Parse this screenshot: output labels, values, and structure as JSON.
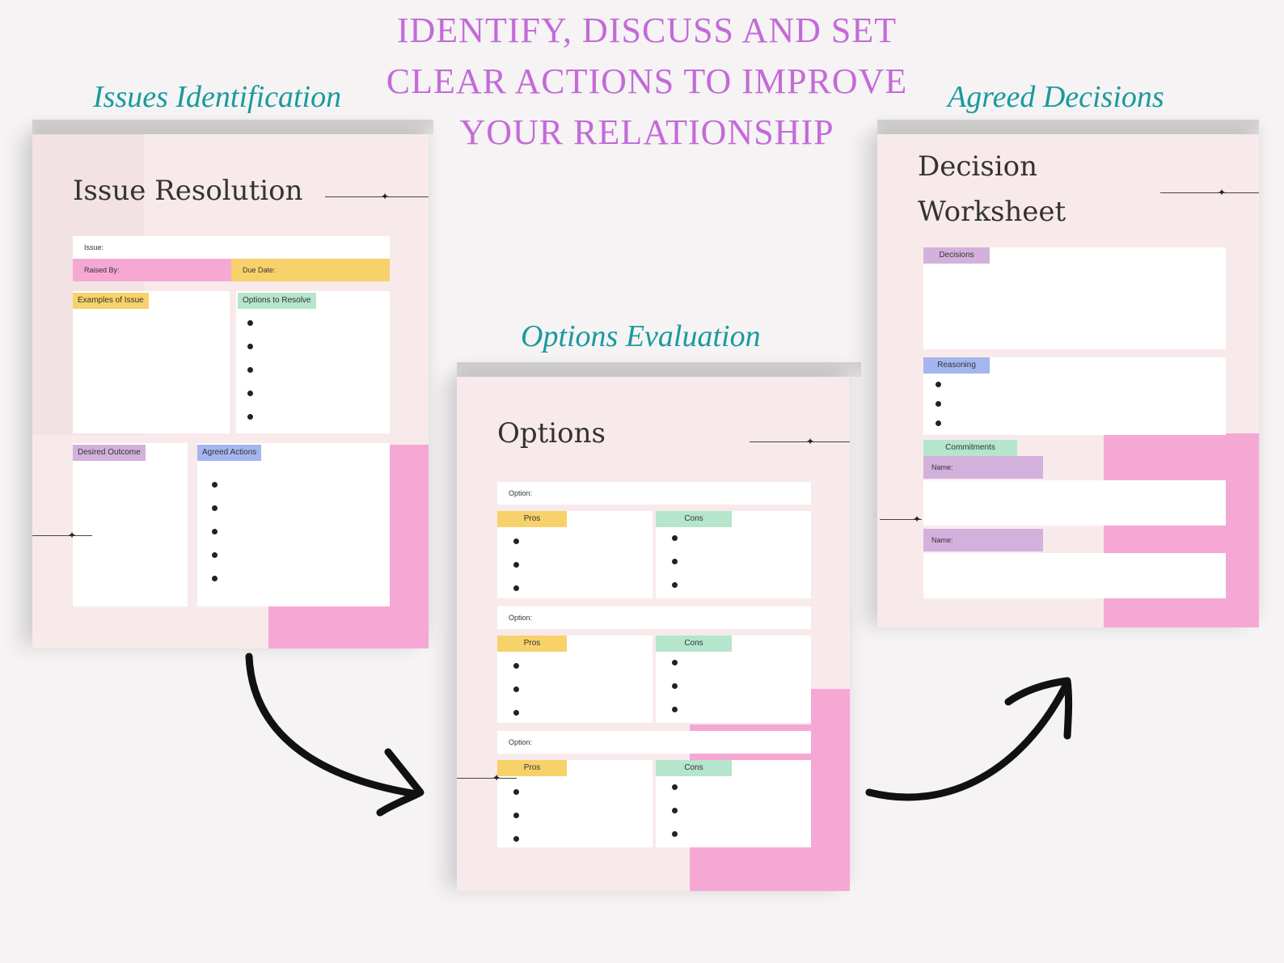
{
  "headline": {
    "line1": "IDENTIFY, DISCUSS AND SET",
    "line2": "CLEAR ACTIONS TO IMPROVE",
    "line3": "YOUR RELATIONSHIP"
  },
  "captions": {
    "issues": "Issues Identification",
    "options": "Options Evaluation",
    "decisions": "Agreed Decisions"
  },
  "colors": {
    "pink": "#f6a8d4",
    "yellow": "#f7d26a",
    "green": "#b5e5cc",
    "lavender": "#d3b1dc",
    "blue": "#a4b6ef",
    "sheet": "#f8eaeb",
    "headline": "#c46ad8",
    "caption": "#1a9a9c"
  },
  "issue_sheet": {
    "title": "Issue Resolution",
    "issue_label": "Issue:",
    "raised_by_label": "Raised By:",
    "due_date_label": "Due Date:",
    "examples_label": "Examples of Issue",
    "options_label": "Options to Resolve",
    "desired_label": "Desired Outcome",
    "agreed_label": "Agreed Actions"
  },
  "options_sheet": {
    "title": "Options",
    "option_label": "Option:",
    "pros_label": "Pros",
    "cons_label": "Cons"
  },
  "decision_sheet": {
    "title_line1": "Decision",
    "title_line2": "Worksheet",
    "decisions_label": "Decisions",
    "reasoning_label": "Reasoning",
    "commitments_label": "Commitments",
    "name_label": "Name:"
  }
}
